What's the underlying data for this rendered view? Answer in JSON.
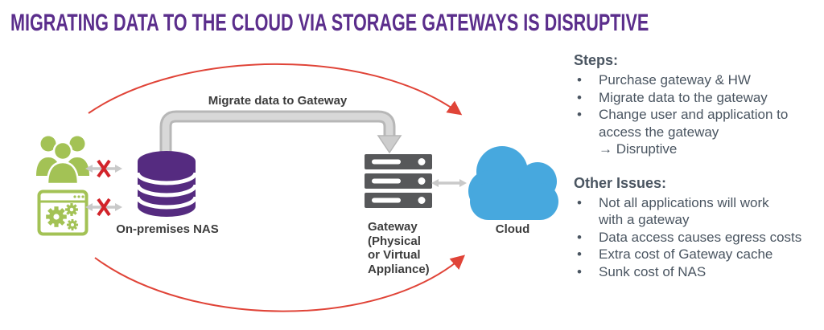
{
  "title": "MIGRATING DATA TO THE CLOUD VIA STORAGE GATEWAYS IS DISRUPTIVE",
  "bullet": "•",
  "diagram": {
    "nas_label": "On-premises NAS",
    "migrate_arrow_label": "Migrate data to Gateway",
    "gateway_label": "Gateway\n(Physical\nor Virtual\nAppliance)",
    "cloud_label": "Cloud",
    "icons": [
      "users-icon",
      "application-gears-icon",
      "blocked-connection-x-icon",
      "nas-database-icon",
      "gateway-server-stack-icon",
      "bidirectional-arrow-icon",
      "cloud-icon",
      "migrate-elbow-arrow",
      "red-bypass-arc-top",
      "red-bypass-arc-bottom"
    ]
  },
  "steps": {
    "heading": "Steps:",
    "items": [
      "Purchase gateway & HW",
      "Migrate data to the gateway",
      "Change user and application to\naccess the gateway"
    ],
    "note": "→ Disruptive"
  },
  "other_issues": {
    "heading": "Other Issues:",
    "items": [
      "Not all applications will work\nwith a gateway",
      "Data access causes egress costs",
      "Extra cost of Gateway cache",
      "Sunk cost of NAS"
    ]
  },
  "colors": {
    "title_purple": "#5B2E8C",
    "nas_purple": "#552B80",
    "icon_green": "#A3C255",
    "cloud_blue": "#47A8DE",
    "server_gray": "#57585A",
    "connector_gray": "#C9C9C9",
    "migrate_arrow_gray": "#B7B7B7",
    "red_x": "#D2232A",
    "red_arrow": "#E04438",
    "body_text": "#4A5561",
    "label_text": "#3D3D3D"
  }
}
